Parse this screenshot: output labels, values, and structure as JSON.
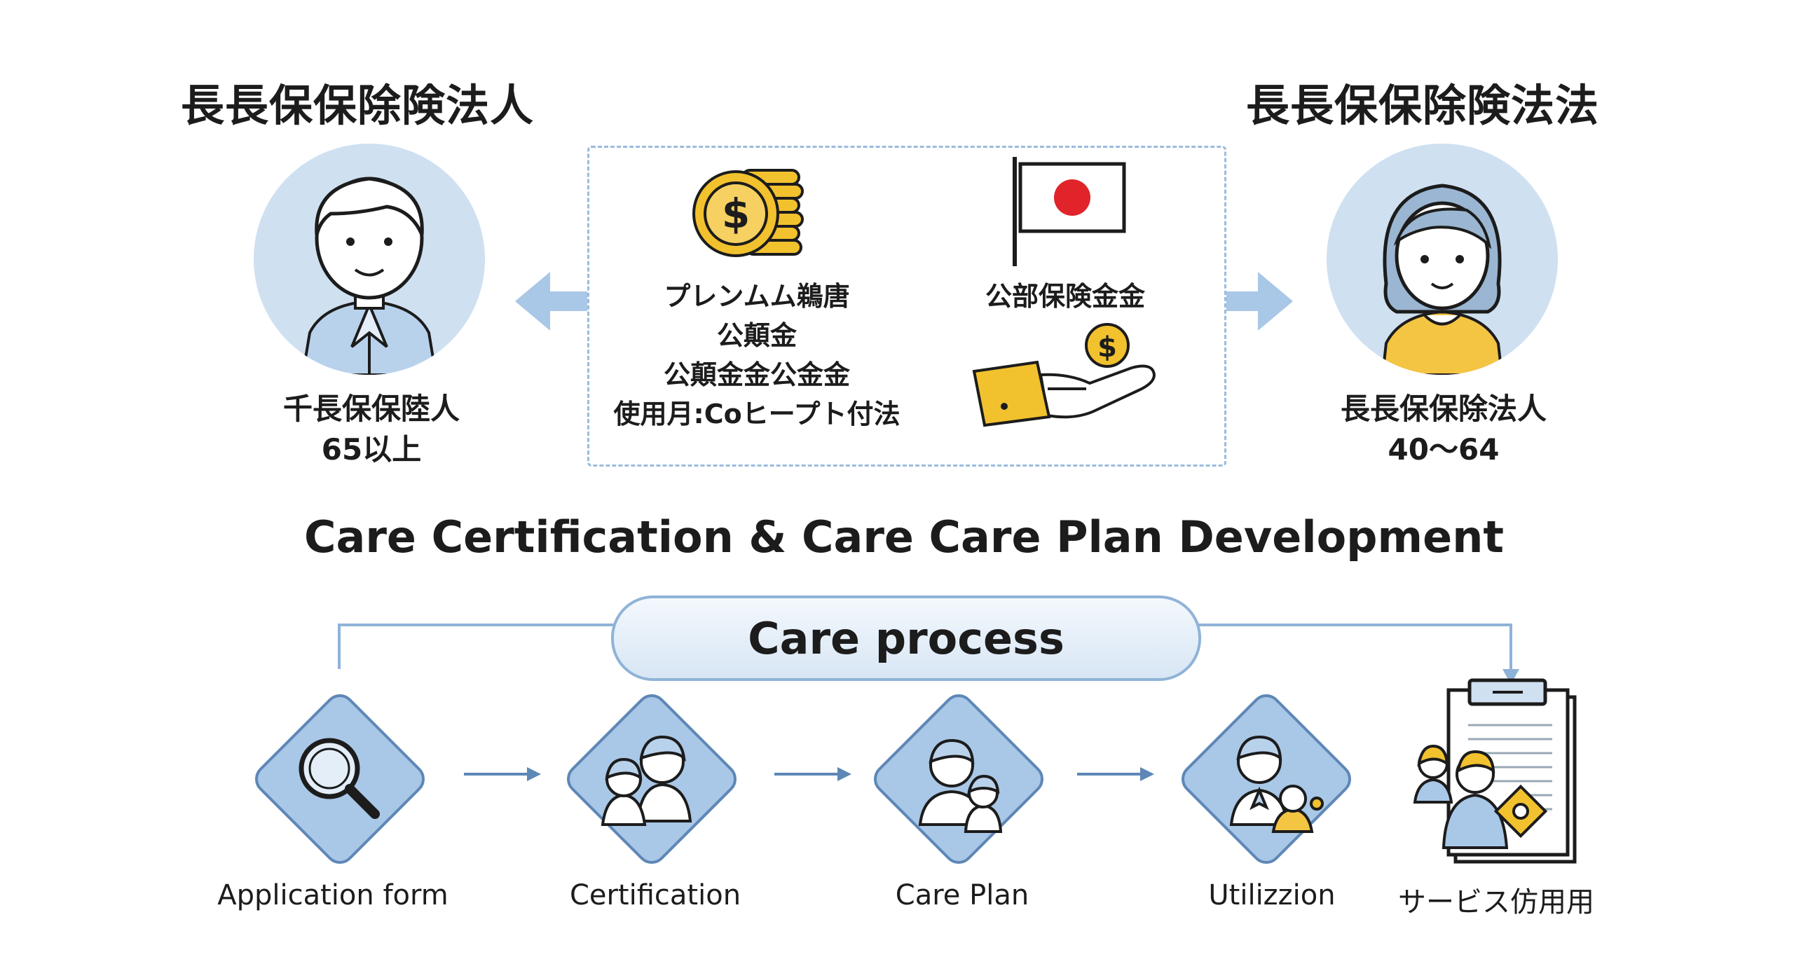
{
  "left": {
    "title": "長長保保除険法人",
    "caption_line1": "千長保保陸人",
    "caption_line2": "65以上"
  },
  "right": {
    "title": "長長保保除険法法",
    "caption_line1": "長長保保除法人",
    "caption_line2": "40～64"
  },
  "center_box": {
    "left_text": [
      "プレンムム鵜唐",
      "公顛金",
      "公顛金金公金金",
      "使用月:Coヒープト付法"
    ],
    "right_text": "公部保険金金"
  },
  "section_title": "Care Certification & Care Care Plan Development",
  "process_pill": "Care process",
  "steps": [
    {
      "label": "Application form",
      "icon": "magnifier-icon"
    },
    {
      "label": "Certification",
      "icon": "family-icon"
    },
    {
      "label": "Care Plan",
      "icon": "caregiver-icon"
    },
    {
      "label": "Utilizzion",
      "icon": "doctor-patient-icon"
    },
    {
      "label": "サービス仿用用",
      "icon": "clipboard-icon"
    }
  ],
  "colors": {
    "accent_blue": "#8fb3d8",
    "diamond_fill": "#a9c7e6",
    "avatar_bg": "#cfe0f1",
    "coin_gold": "#f2c12e",
    "flag_red": "#e0242a",
    "shirt_yellow": "#f4c443"
  }
}
